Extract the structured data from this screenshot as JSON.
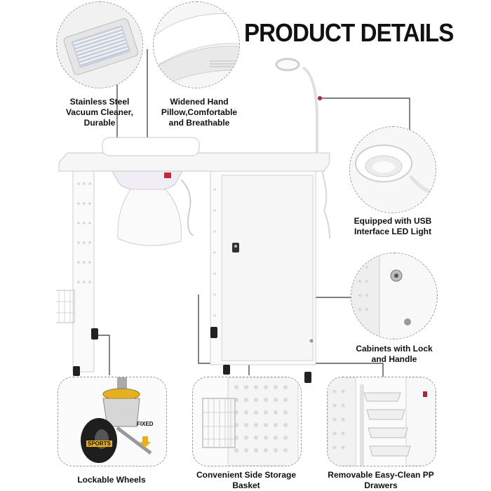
{
  "title": "PRODUCT DETAILS",
  "features": {
    "vacuum": "Stainless Steel Vacuum Cleaner, Durable",
    "pillow": "Widened Hand Pillow,Comfortable and Breathable",
    "light": "Equipped with USB Interface LED Light",
    "cabinet": "Cabinets with Lock and Handle",
    "wheels": "Lockable Wheels",
    "basket": "Convenient Side Storage Basket",
    "drawers": "Removable Easy-Clean PP Drawers"
  },
  "wheel_labels": {
    "fixed": "FIXED",
    "sports": "SPORTS"
  },
  "colors": {
    "table": "#f4f4f4",
    "outline": "#c9c9c9",
    "accent_dot": "#b0243a",
    "wheel_yellow": "#e8b020"
  }
}
